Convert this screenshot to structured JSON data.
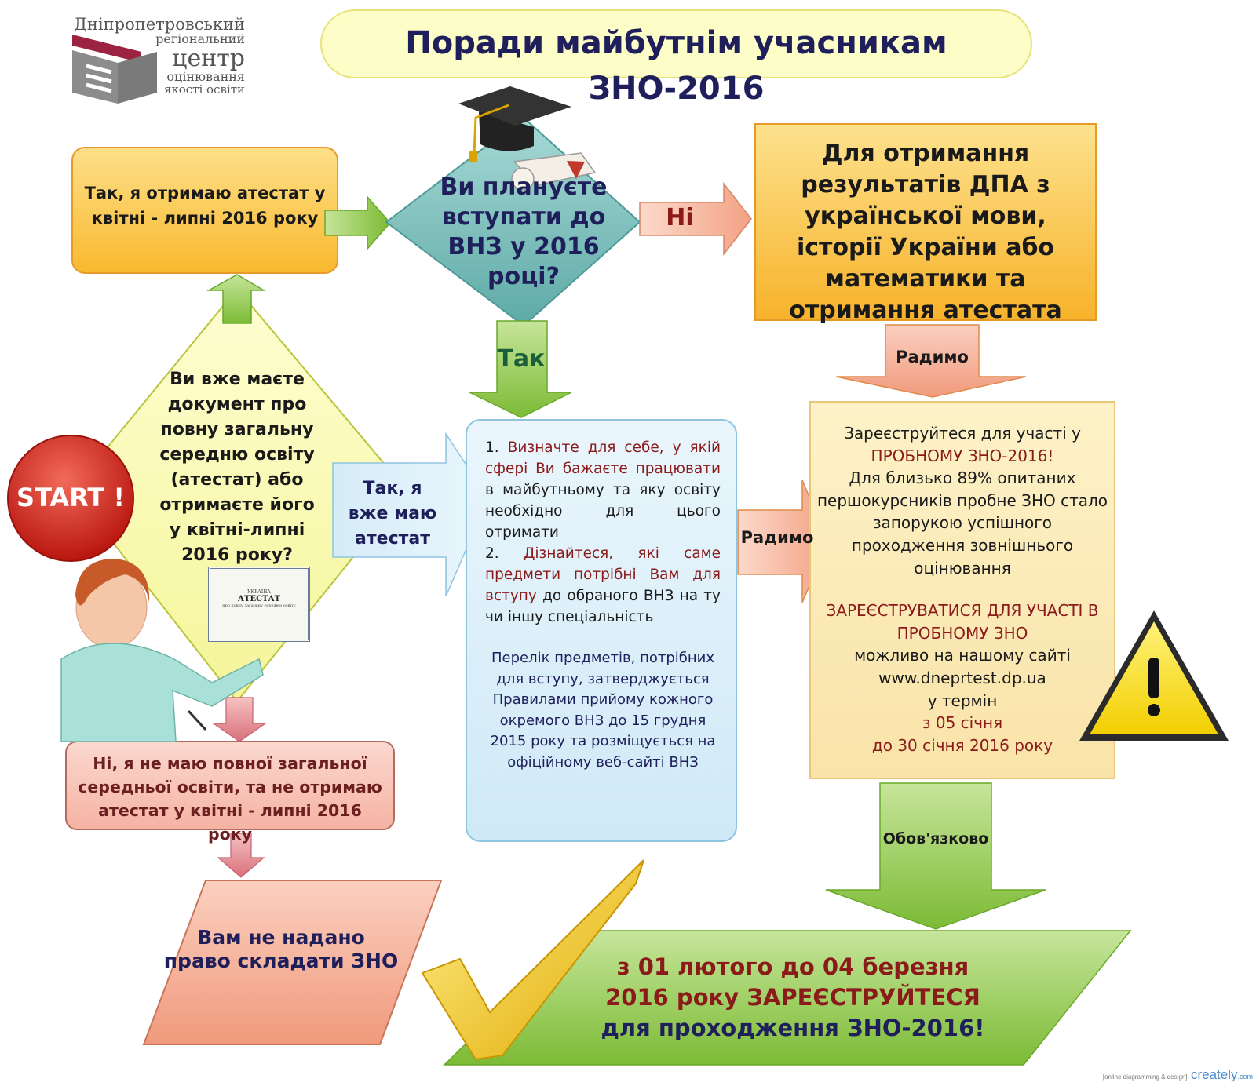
{
  "header": {
    "title": "Поради майбутнім учасникам ЗНО-2016"
  },
  "logo": {
    "line1": "Дніпропетровський",
    "line2": "регіональний",
    "line3": "центр",
    "line4": "оцінювання",
    "line5": "якості освіти"
  },
  "start": {
    "label": "START !"
  },
  "box_yes_april": {
    "text": "Так, я отримаю атестат у квітні - липні 2016 року"
  },
  "decision_vnz": {
    "text": "Ви плануєте вступати до ВНЗ у 2016 році?"
  },
  "arrow_no": {
    "label": "Ні"
  },
  "box_dpa": {
    "text": "Для отримання результатів ДПА з української мови, історії України або математики та отримання атестата"
  },
  "arrow_advise_1": {
    "label": "Радимо"
  },
  "arrow_yes": {
    "label": "Так"
  },
  "decision_doc": {
    "text": "Ви вже маєте документ про повну загальну середню освіту (атестат) або отримаєте його у квітні-липні 2016 року?"
  },
  "arrow_have": {
    "label": "Так, я вже маю атестат"
  },
  "certificate": {
    "sub": "УКРАЇНА",
    "title": "АТЕСТАТ",
    "caption": "про повну загальну середню освіту"
  },
  "steps": {
    "s1_num": "1.",
    "s1_text": "Визначте для себе, у якій сфері Ви бажаєте працювати",
    "s1_rest": "в майбутньому та яку освіту необхідно для цього отримати",
    "s2_num": "2.",
    "s2_text": "Дізнайтеся, які саме предмети потрібні Вам для вступу",
    "s2_rest": "до обраного ВНЗ на ту чи іншу спеціальність",
    "note": "Перелік предметів, потрібних для вступу, затверджується Правилами прийому кожного окремого ВНЗ до 15 грудня 2015 року та розміщується на офіційному веб-сайті ВНЗ"
  },
  "arrow_advise_2": {
    "label": "Радимо"
  },
  "trial": {
    "line1": "Зареєструйтеся для участі у",
    "line2": "ПРОБНОМУ ЗНО-2016!",
    "line3": "Для близько 89% опитаних першокурсників пробне ЗНО стало запорукою успішного проходження зовнішнього оцінювання",
    "line4": "ЗАРЕЄСТРУВАТИСЯ ДЛЯ УЧАСТІ В ПРОБНОМУ ЗНО",
    "line5": "можливо на нашому сайті",
    "line6": "www.dneprtest.dp.ua",
    "line7": "у термін",
    "line8": "з 05 січня",
    "line9": "до 30 січня 2016 року"
  },
  "box_no": {
    "text": "Ні, я не маю повної загальної середньої освіти, та не отримаю атестат у квітні - липні 2016 року"
  },
  "no_right": {
    "text": "Вам не надано право складати ЗНО"
  },
  "arrow_must": {
    "label": "Обов'язково"
  },
  "final": {
    "line1": "з 01 лютого до 04 березня",
    "line2a": "2016 року",
    "line2b": "ЗАРЕЄСТРУЙТЕСЯ",
    "line3a": "для проходження",
    "line3b": "ЗНО-2016!"
  },
  "watermark": {
    "small": "[online diagramming & design]",
    "brand": "creately",
    "tld": ".com"
  },
  "colors": {
    "orange_box": "#fcc63a",
    "green_arrow": "#8cc63f",
    "teal_diamond": "#7fbfbf",
    "yellow_diamond": "#fafab0",
    "salmon": "#f3a48a",
    "light_blue": "#d9eef9",
    "dark_red": "#8b1a1a",
    "navy": "#1f1f5c"
  }
}
